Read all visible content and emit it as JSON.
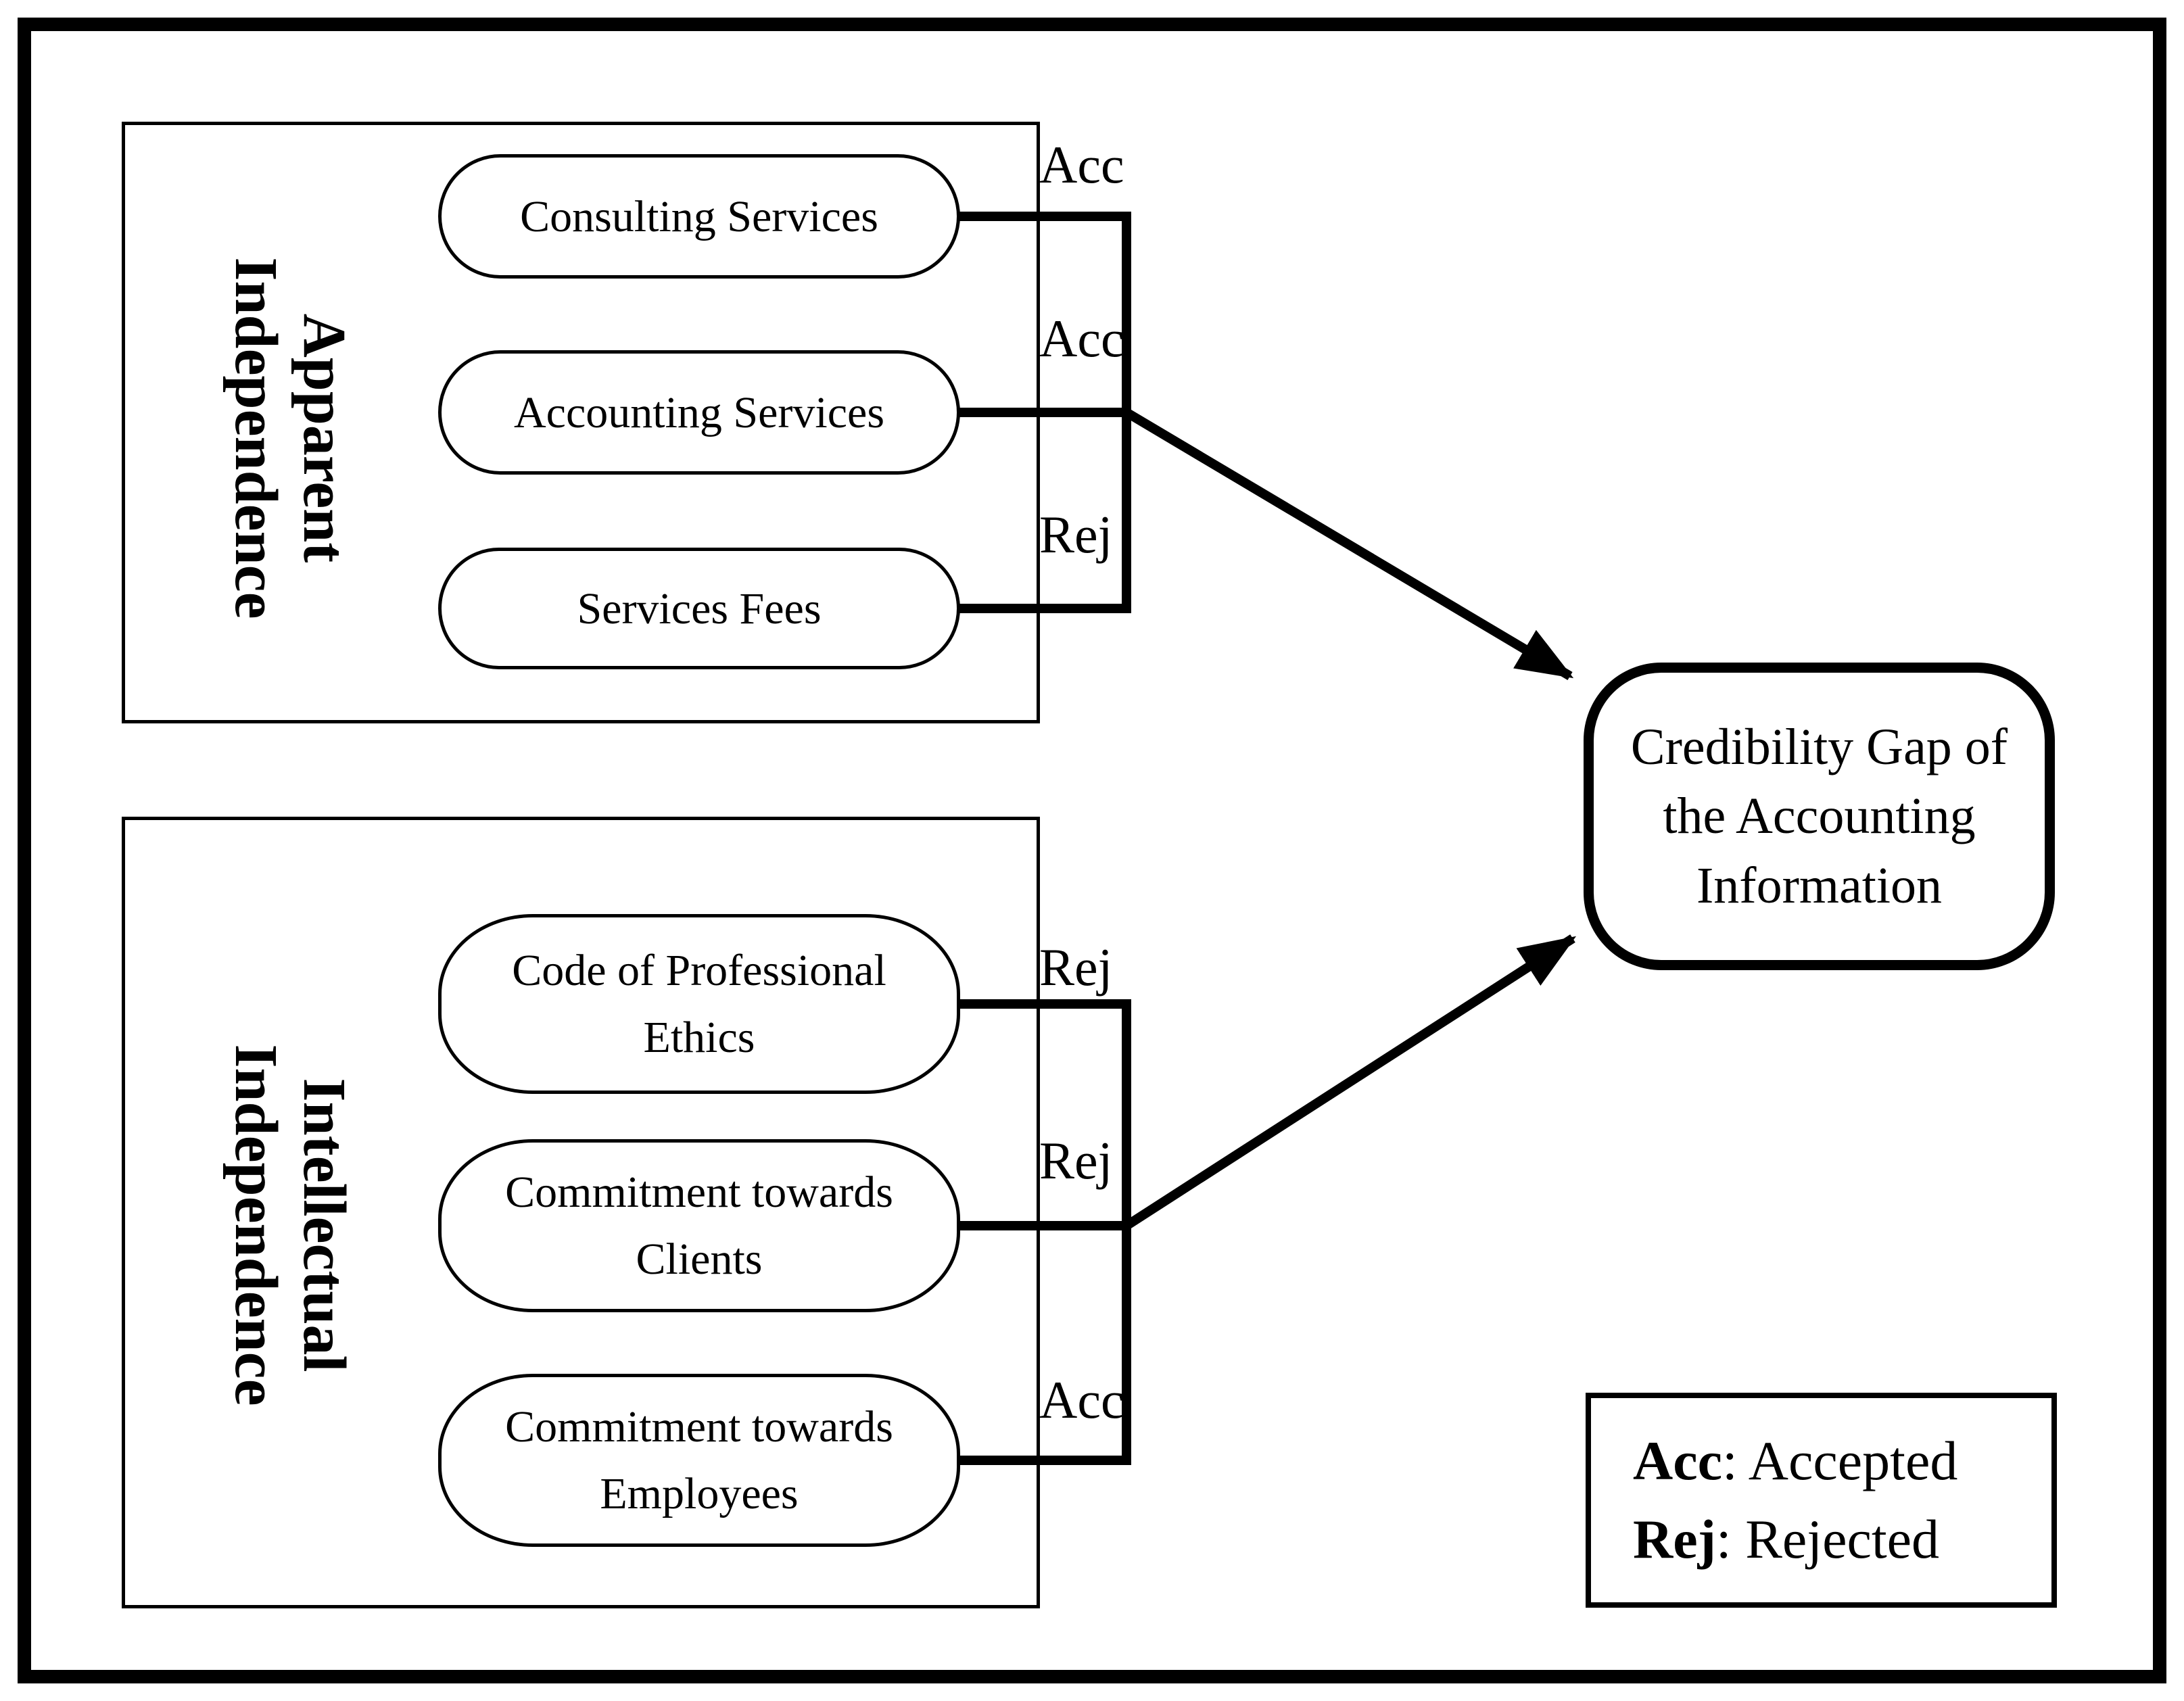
{
  "diagram": {
    "colors": {
      "ink": "#000000",
      "background": "#ffffff"
    },
    "groups": [
      {
        "id": "apparent-independence",
        "title_line1": "Apparent",
        "title_line2": "Independence",
        "nodes": [
          {
            "label": "Consulting Services",
            "tag": "Acc"
          },
          {
            "label": "Accounting Services",
            "tag": "Acc"
          },
          {
            "label": "Services Fees",
            "tag": "Rej"
          }
        ]
      },
      {
        "id": "intellectual-independence",
        "title_line1": "Intellectual",
        "title_line2": "Independence",
        "nodes": [
          {
            "label": "Code of Professional Ethics",
            "tag": "Rej"
          },
          {
            "label": "Commitment towards Clients",
            "tag": "Rej"
          },
          {
            "label": "Commitment towards Employees",
            "tag": "Acc"
          }
        ]
      }
    ],
    "outcome": {
      "line1": "Credibility Gap of",
      "line2": "the Accounting",
      "line3": "Information"
    },
    "legend": [
      {
        "term": "Acc",
        "definition": ": Accepted"
      },
      {
        "term": "Rej",
        "definition": ": Rejected"
      }
    ]
  }
}
